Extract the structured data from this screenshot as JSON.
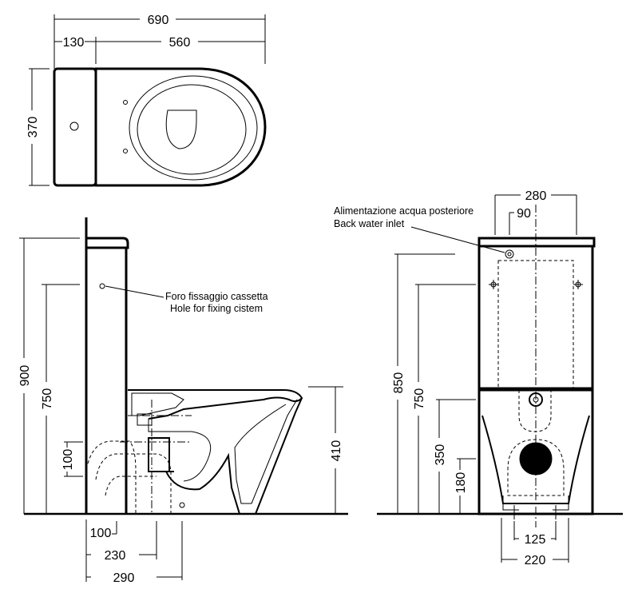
{
  "top_view": {
    "overall_width": "690",
    "tank_depth": "130",
    "bowl_length": "560",
    "width": "370"
  },
  "side_view": {
    "height_total": "900",
    "height_fixing": "750",
    "outlet_height": "100",
    "rim_height": "410",
    "outlet_offset": "100",
    "dim_230": "230",
    "dim_290": "290",
    "fixing_label_it": "Foro fissaggio cassetta",
    "fixing_label_en": "Hole for fixing cistem"
  },
  "front_view": {
    "tank_width": "280",
    "inlet_offset": "90",
    "height_850": "850",
    "height_750": "750",
    "height_350": "350",
    "height_180": "180",
    "foot_spacing": "125",
    "base_width": "220",
    "inlet_label_it": "Alimentazione acqua posteriore",
    "inlet_label_en": "Back water inlet"
  }
}
